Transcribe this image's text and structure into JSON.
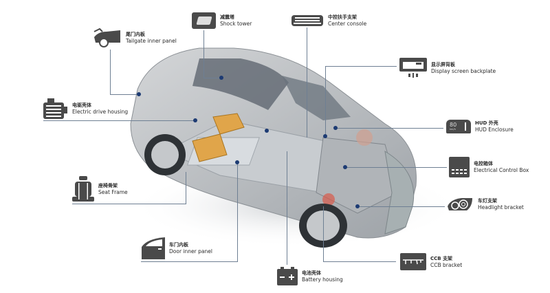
{
  "colors": {
    "icon": "#4a4a4a",
    "line": "#6e7f93",
    "dot": "#1d3b73",
    "body": "#b9bcbf",
    "battery": "#e0a54a"
  },
  "callouts": [
    {
      "id": "tailgate",
      "zh": "尾门内板",
      "en": "Tailgate inner panel",
      "icon": "tailgate-icon"
    },
    {
      "id": "shock",
      "zh": "减震塔",
      "en": "Shock tower",
      "icon": "shock-tower-icon"
    },
    {
      "id": "console",
      "zh": "中控扶手支架",
      "en": "Center console",
      "icon": "center-console-icon"
    },
    {
      "id": "display",
      "zh": "显示屏背板",
      "en": "Display screen backplate",
      "icon": "display-icon"
    },
    {
      "id": "drive",
      "zh": "电驱壳体",
      "en": "Electric drive housing",
      "icon": "motor-icon"
    },
    {
      "id": "hud",
      "zh": "HUD 外壳",
      "en": "HUD Enclosure",
      "icon": "hud-icon",
      "hud_speed": "80",
      "hud_unit": "km/h"
    },
    {
      "id": "ecb",
      "zh": "电控箱体",
      "en": "Electrical Control Box",
      "icon": "control-box-icon"
    },
    {
      "id": "seat",
      "zh": "座椅骨架",
      "en": "Seat Frame",
      "icon": "seat-icon"
    },
    {
      "id": "headlight",
      "zh": "车灯支架",
      "en": "Headlight bracket",
      "icon": "headlight-icon"
    },
    {
      "id": "door",
      "zh": "车门内板",
      "en": "Door inner panel",
      "icon": "door-icon"
    },
    {
      "id": "ccb",
      "zh": "CCB 支架",
      "en": "CCB bracket",
      "icon": "ccb-icon"
    },
    {
      "id": "battery",
      "zh": "电池壳体",
      "en": "Battery housing",
      "icon": "battery-icon"
    }
  ]
}
